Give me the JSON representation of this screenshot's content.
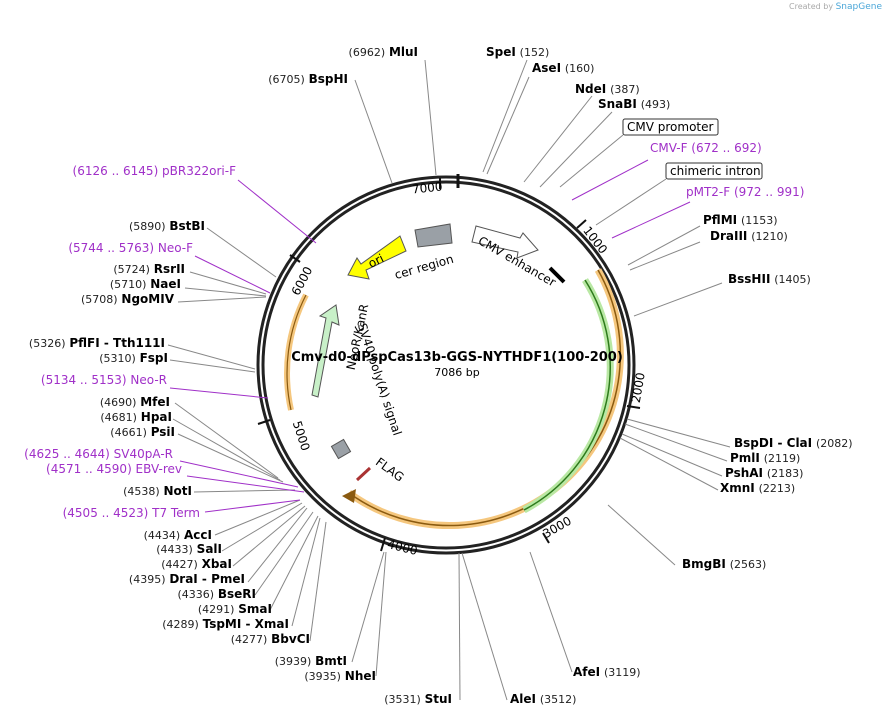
{
  "header": {
    "credit": "Created by",
    "brand": "SnapGene"
  },
  "plasmid": {
    "name": "Cmv-d0-dPspCas13b-GGS-NYTHDF1(100-200)",
    "size": "7086 bp"
  },
  "ticks": [
    "1000",
    "2000",
    "3000",
    "4000",
    "5000",
    "6000",
    "7000"
  ],
  "enzymes": [
    {
      "name": "MluI",
      "pos": "(6962)"
    },
    {
      "name": "SpeI",
      "pos": "(152)"
    },
    {
      "name": "AseI",
      "pos": "(160)"
    },
    {
      "name": "BspHI",
      "pos": "(6705)"
    },
    {
      "name": "NdeI",
      "pos": "(387)"
    },
    {
      "name": "SnaBI",
      "pos": "(493)"
    },
    {
      "name": "BstBI",
      "pos": "(5890)"
    },
    {
      "name": "PflMI",
      "pos": "(1153)"
    },
    {
      "name": "DraIII",
      "pos": "(1210)"
    },
    {
      "name": "RsrII",
      "pos": "(5724)"
    },
    {
      "name": "NaeI",
      "pos": "(5710)"
    },
    {
      "name": "NgoMIV",
      "pos": "(5708)"
    },
    {
      "name": "BssHII",
      "pos": "(1405)"
    },
    {
      "name": "PflFI - Tth111I",
      "pos": "(5326)"
    },
    {
      "name": "FspI",
      "pos": "(5310)"
    },
    {
      "name": "MfeI",
      "pos": "(4690)"
    },
    {
      "name": "HpaI",
      "pos": "(4681)"
    },
    {
      "name": "PsiI",
      "pos": "(4661)"
    },
    {
      "name": "BspDI - ClaI",
      "pos": "(2082)"
    },
    {
      "name": "PmlI",
      "pos": "(2119)"
    },
    {
      "name": "PshAI",
      "pos": "(2183)"
    },
    {
      "name": "XmnI",
      "pos": "(2213)"
    },
    {
      "name": "NotI",
      "pos": "(4538)"
    },
    {
      "name": "BmgBI",
      "pos": "(2563)"
    },
    {
      "name": "AccI",
      "pos": "(4434)"
    },
    {
      "name": "SalI",
      "pos": "(4433)"
    },
    {
      "name": "XbaI",
      "pos": "(4427)"
    },
    {
      "name": "DraI - PmeI",
      "pos": "(4395)"
    },
    {
      "name": "BseRI",
      "pos": "(4336)"
    },
    {
      "name": "SmaI",
      "pos": "(4291)"
    },
    {
      "name": "TspMI - XmaI",
      "pos": "(4289)"
    },
    {
      "name": "BbvCI",
      "pos": "(4277)"
    },
    {
      "name": "BmtI",
      "pos": "(3939)"
    },
    {
      "name": "NheI",
      "pos": "(3935)"
    },
    {
      "name": "AfeI",
      "pos": "(3119)"
    },
    {
      "name": "StuI",
      "pos": "(3531)"
    },
    {
      "name": "AleI",
      "pos": "(3512)"
    }
  ],
  "primers": [
    {
      "name": "pBR322ori-F",
      "range": "(6126 .. 6145)"
    },
    {
      "name": "CMV-F",
      "range": "(672 .. 692)"
    },
    {
      "name": "pMT2-F",
      "range": "(972 .. 991)"
    },
    {
      "name": "Neo-F",
      "range": "(5744 .. 5763)"
    },
    {
      "name": "Neo-R",
      "range": "(5134 .. 5153)"
    },
    {
      "name": "SV40pA-R",
      "range": "(4625 .. 4644)"
    },
    {
      "name": "EBV-rev",
      "range": "(4571 .. 4590)"
    },
    {
      "name": "T7 Term",
      "range": "(4505 .. 4523)"
    }
  ],
  "boxed_features": [
    "CMV promoter",
    "chimeric intron"
  ],
  "features": {
    "ori": "ori",
    "cer": "cer region",
    "cmv_enhancer": "CMV enhancer",
    "neo": "NeoR/KanR",
    "sv40": "SV40 poly(A) signal",
    "flag": "FLAG"
  },
  "colors": {
    "backbone": "#222222",
    "enzyme_label": "#000000",
    "primer": "#a030c8",
    "ori": "#ffff00",
    "neo": "#c8f0c8",
    "cds_outer": "#f5c77e",
    "cds_inner": "#8ad06a",
    "grey_feature": "#9aa0a6"
  }
}
